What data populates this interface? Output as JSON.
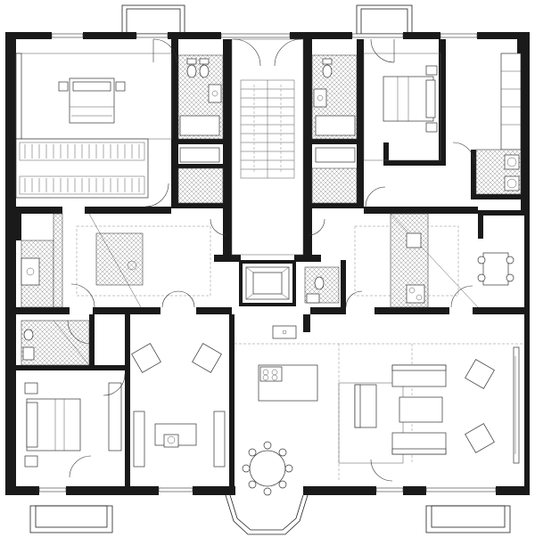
{
  "plan": {
    "rooms": [
      {
        "id": "master-bedroom-left",
        "kind": "bedroom"
      },
      {
        "id": "master-bedroom-right",
        "kind": "bedroom"
      },
      {
        "id": "bedroom-bottom-left",
        "kind": "bedroom"
      },
      {
        "id": "walk-in-closet",
        "kind": "closet"
      },
      {
        "id": "staircase",
        "kind": "stairs"
      },
      {
        "id": "elevator",
        "kind": "elevator"
      },
      {
        "id": "living-room",
        "kind": "living"
      },
      {
        "id": "study",
        "kind": "study"
      },
      {
        "id": "kitchen-dining",
        "kind": "kitchen"
      },
      {
        "id": "kitchenette-right",
        "kind": "kitchen"
      },
      {
        "id": "bathrooms",
        "kind": "bathroom"
      }
    ],
    "icons": [
      "bed-icon",
      "sofa-icon",
      "armchair-icon",
      "dining-table-icon",
      "desk-icon",
      "stairs-icon",
      "elevator-icon",
      "bathtub-icon",
      "toilet-icon",
      "sink-icon",
      "washing-machine-icon",
      "door-icon",
      "window-icon",
      "balcony-icon"
    ],
    "colors": {
      "wall": "#1a1a1a",
      "line": "#333333",
      "tile": "#bbbbbb",
      "background": "#ffffff"
    }
  }
}
